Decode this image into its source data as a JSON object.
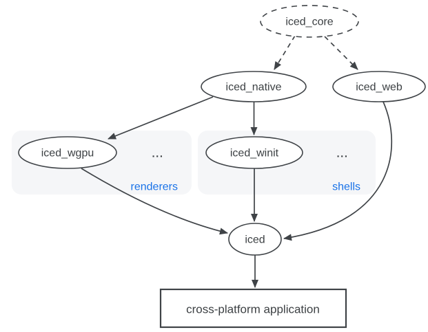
{
  "colors": {
    "background": "#ffffff",
    "stroke": "#3f4347",
    "text": "#3c4043",
    "accent_blue": "#1a73e8",
    "group_fill": "#f5f6f8"
  },
  "nodes": {
    "iced_core": {
      "label": "iced_core",
      "shape": "dashed-ellipse"
    },
    "iced_native": {
      "label": "iced_native",
      "shape": "ellipse"
    },
    "iced_web": {
      "label": "iced_web",
      "shape": "ellipse"
    },
    "iced_wgpu": {
      "label": "iced_wgpu",
      "shape": "ellipse"
    },
    "iced_winit": {
      "label": "iced_winit",
      "shape": "ellipse"
    },
    "iced": {
      "label": "iced",
      "shape": "ellipse"
    },
    "application": {
      "label": "cross-platform application",
      "shape": "rectangle"
    }
  },
  "groups": {
    "renderers": {
      "label": "renderers",
      "ellipsis": "..."
    },
    "shells": {
      "label": "shells",
      "ellipsis": "..."
    }
  },
  "edges": [
    {
      "from": "iced_core",
      "to": "iced_native",
      "style": "dashed"
    },
    {
      "from": "iced_core",
      "to": "iced_web",
      "style": "dashed"
    },
    {
      "from": "iced_native",
      "to": "iced_wgpu",
      "style": "solid"
    },
    {
      "from": "iced_native",
      "to": "iced_winit",
      "style": "solid"
    },
    {
      "from": "iced_wgpu",
      "to": "iced",
      "style": "solid"
    },
    {
      "from": "iced_winit",
      "to": "iced",
      "style": "solid"
    },
    {
      "from": "iced_web",
      "to": "iced",
      "style": "solid"
    },
    {
      "from": "iced",
      "to": "application",
      "style": "solid"
    }
  ]
}
